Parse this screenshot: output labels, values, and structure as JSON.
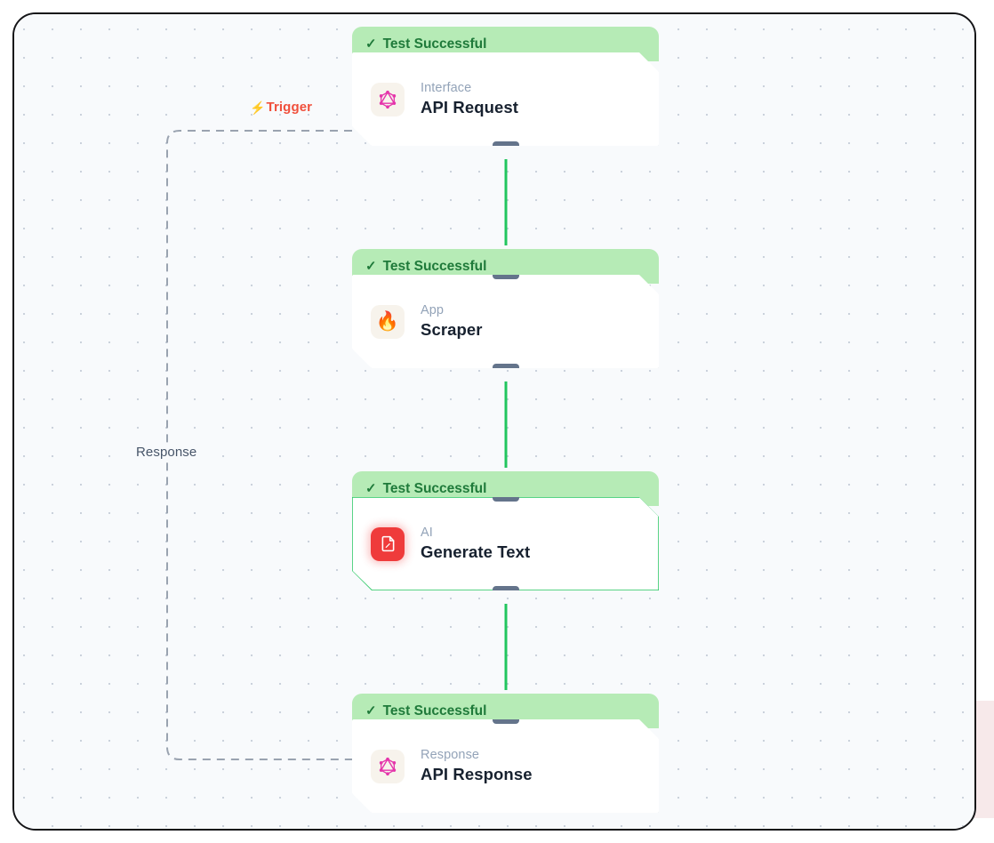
{
  "canvas": {
    "background_color": "#f8fafc",
    "dot_color": "#cbd2dc",
    "border_color": "#141417"
  },
  "route_labels": {
    "trigger": {
      "text": "Trigger",
      "icon": "lightning-bolt-icon",
      "color": "#f0503c"
    },
    "response": {
      "text": "Response",
      "color": "#475569"
    }
  },
  "status_badge": {
    "label": "Test Successful",
    "icon": "check-icon",
    "background": "#b6ebb6",
    "text_color": "#1f7a3a"
  },
  "edges": {
    "color": "#22c55e",
    "handle_color": "#64748b",
    "dashed_color": "#9aa3b0"
  },
  "nodes": [
    {
      "category": "Interface",
      "title": "API Request",
      "status": "Test Successful",
      "icon": "graphql-icon",
      "icon_color": "#e535ab",
      "selected": false
    },
    {
      "category": "App",
      "title": "Scraper",
      "status": "Test Successful",
      "icon": "fire-icon",
      "icon_color": "#ff6b35",
      "selected": false
    },
    {
      "category": "AI",
      "title": "Generate Text",
      "status": "Test Successful",
      "icon": "document-edit-icon",
      "icon_color": "#ef3b3b",
      "selected": true
    },
    {
      "category": "Response",
      "title": "API Response",
      "status": "Test Successful",
      "icon": "graphql-icon",
      "icon_color": "#e535ab",
      "selected": false
    }
  ]
}
